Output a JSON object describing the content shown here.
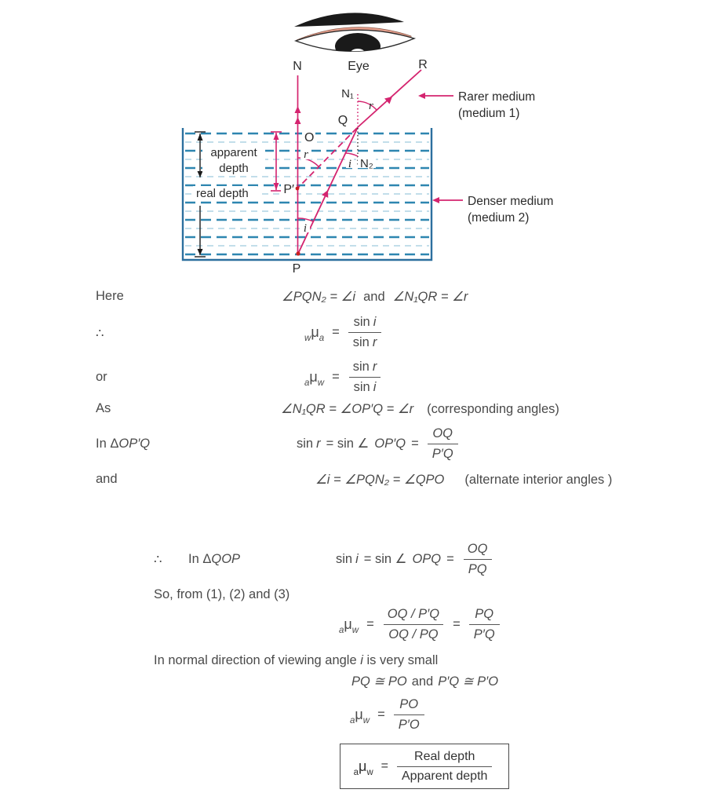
{
  "colors": {
    "accent_magenta": "#d4246f",
    "water_blue": "#2e86b0",
    "water_light_blue": "#9ec9de",
    "tank_border": "#2c6f9e",
    "text_dark": "#2b2b2b",
    "equation_text": "#4a4a4a",
    "eyelid_pink": "#e8a08d"
  },
  "diagram": {
    "labels": {
      "normal_top": "N",
      "eye": "Eye",
      "ray_r": "R",
      "n1": "N₁",
      "q": "Q",
      "o": "O",
      "n2": "N₂",
      "p_prime": "P′",
      "p": "P",
      "angle_r_top": "r",
      "angle_i_surface": "i",
      "angle_r_inner": "r",
      "angle_i_bottom": "i"
    },
    "measures": {
      "apparent_line1": "apparent",
      "apparent_line2": "depth",
      "real": "real depth"
    },
    "media": {
      "rarer_line1": "Rarer medium",
      "rarer_line2": "(medium 1)",
      "denser_line1": "Denser medium",
      "denser_line2": "(medium 2)"
    }
  },
  "eq": {
    "l1": {
      "label": "Here",
      "f1": "∠PQN₂ = ∠i",
      "mid": "and",
      "f2": "∠N₁QR = ∠r"
    },
    "l2": {
      "label": "∴",
      "pre": "w",
      "mu": "μ",
      "post": "a",
      "eq": "=",
      "num_fn": "sin",
      "num_var": "i",
      "den_fn": "sin",
      "den_var": "r"
    },
    "l3": {
      "label": "or",
      "pre": "a",
      "mu": "μ",
      "post": "w",
      "eq": "=",
      "num_fn": "sin",
      "num_var": "r",
      "den_fn": "sin",
      "den_var": "i"
    },
    "l4": {
      "label": "As",
      "f": "∠N₁QR = ∠OP′Q = ∠r",
      "note": "(corresponding angles)"
    },
    "l5": {
      "label_a": "In Δ",
      "label_b": "OP′Q",
      "s1": "sin",
      "v1": "r",
      "s2": "= sin ∠",
      "v2": "OP′Q",
      "s3": "=",
      "num": "OQ",
      "den": "P′Q"
    },
    "l6": {
      "label": "and",
      "f": "∠i = ∠PQN₂ = ∠QPO",
      "note": "(alternate interior angles )"
    },
    "l7": {
      "label_a": "∴",
      "label_b": "In Δ",
      "label_c": "QOP",
      "s1": "sin",
      "v1": "i",
      "s2": "= sin ∠",
      "v2": "OPQ",
      "s3": "=",
      "num": "OQ",
      "den": "PQ"
    },
    "l8": {
      "text": "So, from (1), (2) and (3)"
    },
    "l9": {
      "pre": "a",
      "mu": "μ",
      "post": "w",
      "eq": "=",
      "num1": "OQ / P′Q",
      "den1": "OQ / PQ",
      "eq2": "=",
      "num2": "PQ",
      "den2": "P′Q"
    },
    "l10": {
      "t1": "In normal direction of viewing angle",
      "v": "i",
      "t2": "is very small"
    },
    "l11": {
      "v1": "PQ ≅ PO",
      "mid": "and",
      "v2": "P′Q ≅ P′O"
    },
    "l12": {
      "pre": "a",
      "mu": "μ",
      "post": "w",
      "eq": "=",
      "num": "PO",
      "den": "P′O"
    },
    "box": {
      "pre": "a",
      "mu": "μ",
      "post": "w",
      "eq": "=",
      "num": "Real depth",
      "den": "Apparent depth"
    }
  }
}
